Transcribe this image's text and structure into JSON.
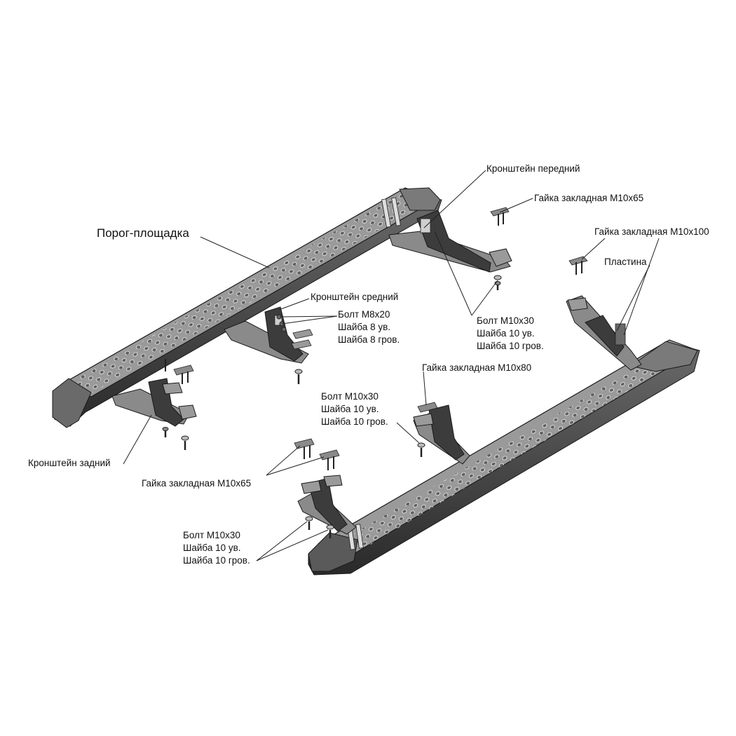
{
  "colors": {
    "background": "#ffffff",
    "part_outline": "#1a1a1a",
    "step_surface": "#8e8e8e",
    "step_dark": "#3a3a3a",
    "bracket": "#4a4a4a",
    "leader": "#222222"
  },
  "labels": {
    "step_board": "Порог-площадка",
    "front_bracket": "Кронштейн передний",
    "nut_m10x65_top": "Гайка закладная М10х65",
    "nut_m10x100": "Гайка закладная М10х100",
    "plate": "Пластина",
    "middle_bracket": "Кронштейн средний",
    "bolt_m8_group": [
      "Болт М8х20",
      "Шайба 8 ув.",
      "Шайба 8 гров."
    ],
    "bolt_m10_right_group": [
      "Болт М10х30",
      "Шайба 10 ув.",
      "Шайба 10 гров."
    ],
    "nut_m10x80": "Гайка закладная М10х80",
    "bolt_m10_center_group": [
      "Болт М10х30",
      "Шайба 10 ув.",
      "Шайба 10 гров."
    ],
    "rear_bracket": "Кронштейн задний",
    "nut_m10x65_bottom": "Гайка закладная М10х65",
    "bolt_m10_bottom_group": [
      "Болт М10х30",
      "Шайба 10 ув.",
      "Шайба 10 гров."
    ]
  }
}
